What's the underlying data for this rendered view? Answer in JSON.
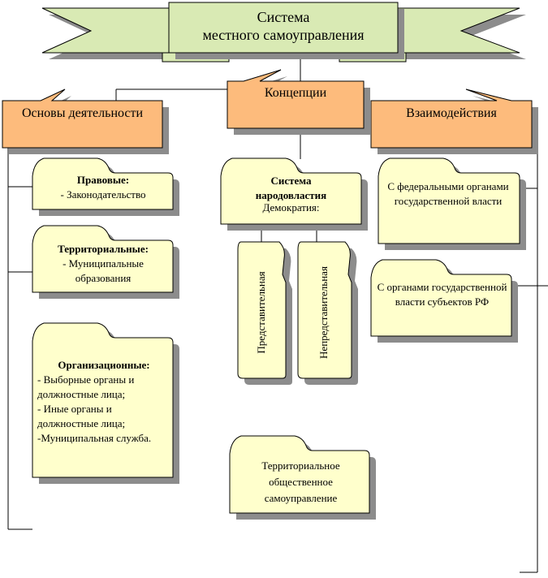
{
  "title": {
    "line1": "Система",
    "line2": "местного  самоуправления"
  },
  "headers": {
    "foundations": "Основы деятельности",
    "concepts": "Концепции",
    "interactions": "Взаимодействия"
  },
  "foundations": {
    "legal": {
      "heading": "Правовые:",
      "text": "- Законодательство"
    },
    "territorial": {
      "heading": "Территориальные:",
      "text": "- Муниципальные образования"
    },
    "organizational": {
      "heading": "Организационные:",
      "lines": [
        "- Выборные органы и должностные лица;",
        "- Иные органы и должностные лица;",
        "-Муниципальная служба."
      ]
    }
  },
  "concepts": {
    "democracy": {
      "heading1": "Система",
      "heading2": "народовластия",
      "text": "Демократия:"
    },
    "representative": "Представительная",
    "non_representative": "Непредставительная",
    "tos": "Территориальное общественное самоуправление"
  },
  "interactions": {
    "federal": "С федеральными органами государственной власти",
    "regional": "С органами государственной власти субъектов РФ"
  },
  "colors": {
    "banner": "#d9eab4",
    "header": "#fdbb7c",
    "note": "#ffffcc",
    "shadow": "#8c8c8c"
  }
}
